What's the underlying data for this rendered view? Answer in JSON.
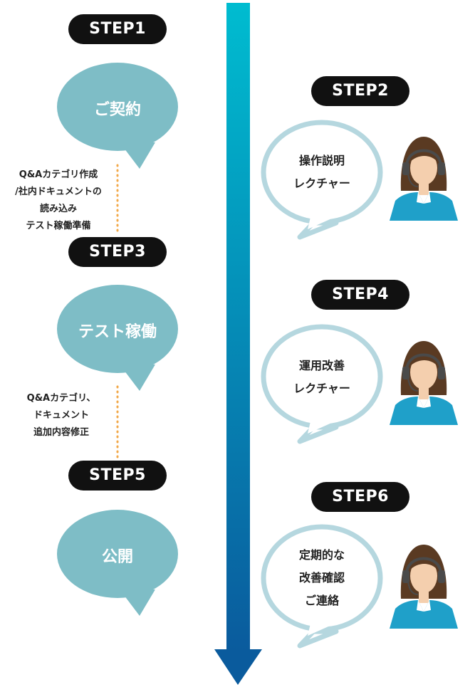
{
  "steps_left": [
    {
      "id": "step1",
      "label": "STEP1",
      "bubble": "ご契約"
    },
    {
      "id": "step3",
      "label": "STEP3",
      "bubble": "テスト稼働"
    },
    {
      "id": "step5",
      "label": "STEP5",
      "bubble": "公開"
    }
  ],
  "steps_right": [
    {
      "id": "step2",
      "label": "STEP2",
      "lines": [
        "操作説明",
        "レクチャー"
      ]
    },
    {
      "id": "step4",
      "label": "STEP4",
      "lines": [
        "運用改善",
        "レクチャー"
      ]
    },
    {
      "id": "step6",
      "label": "STEP6",
      "lines": [
        "定期的な",
        "改善確認",
        "ご連絡"
      ]
    }
  ],
  "notes": {
    "note1": [
      "Q&Aカテゴリ作成",
      "/社内ドキュメントの",
      "読み込み",
      "テスト稼働準備"
    ],
    "note2": [
      "Q&Aカテゴリ、",
      "ドキュメント",
      "追加内容修正"
    ]
  },
  "colors": {
    "pill": "#111111",
    "bubble_fill": "#7ebdc6",
    "bubble_outline": "#b5d7df",
    "dotted_line": "#f2a94a",
    "arrow_top": "#00bcd0",
    "arrow_bottom": "#0a5b9d",
    "headset": "#4a4a4a",
    "uniform": "#1fa0c9",
    "hair": "#5a3a22",
    "skin": "#f4cfae"
  }
}
